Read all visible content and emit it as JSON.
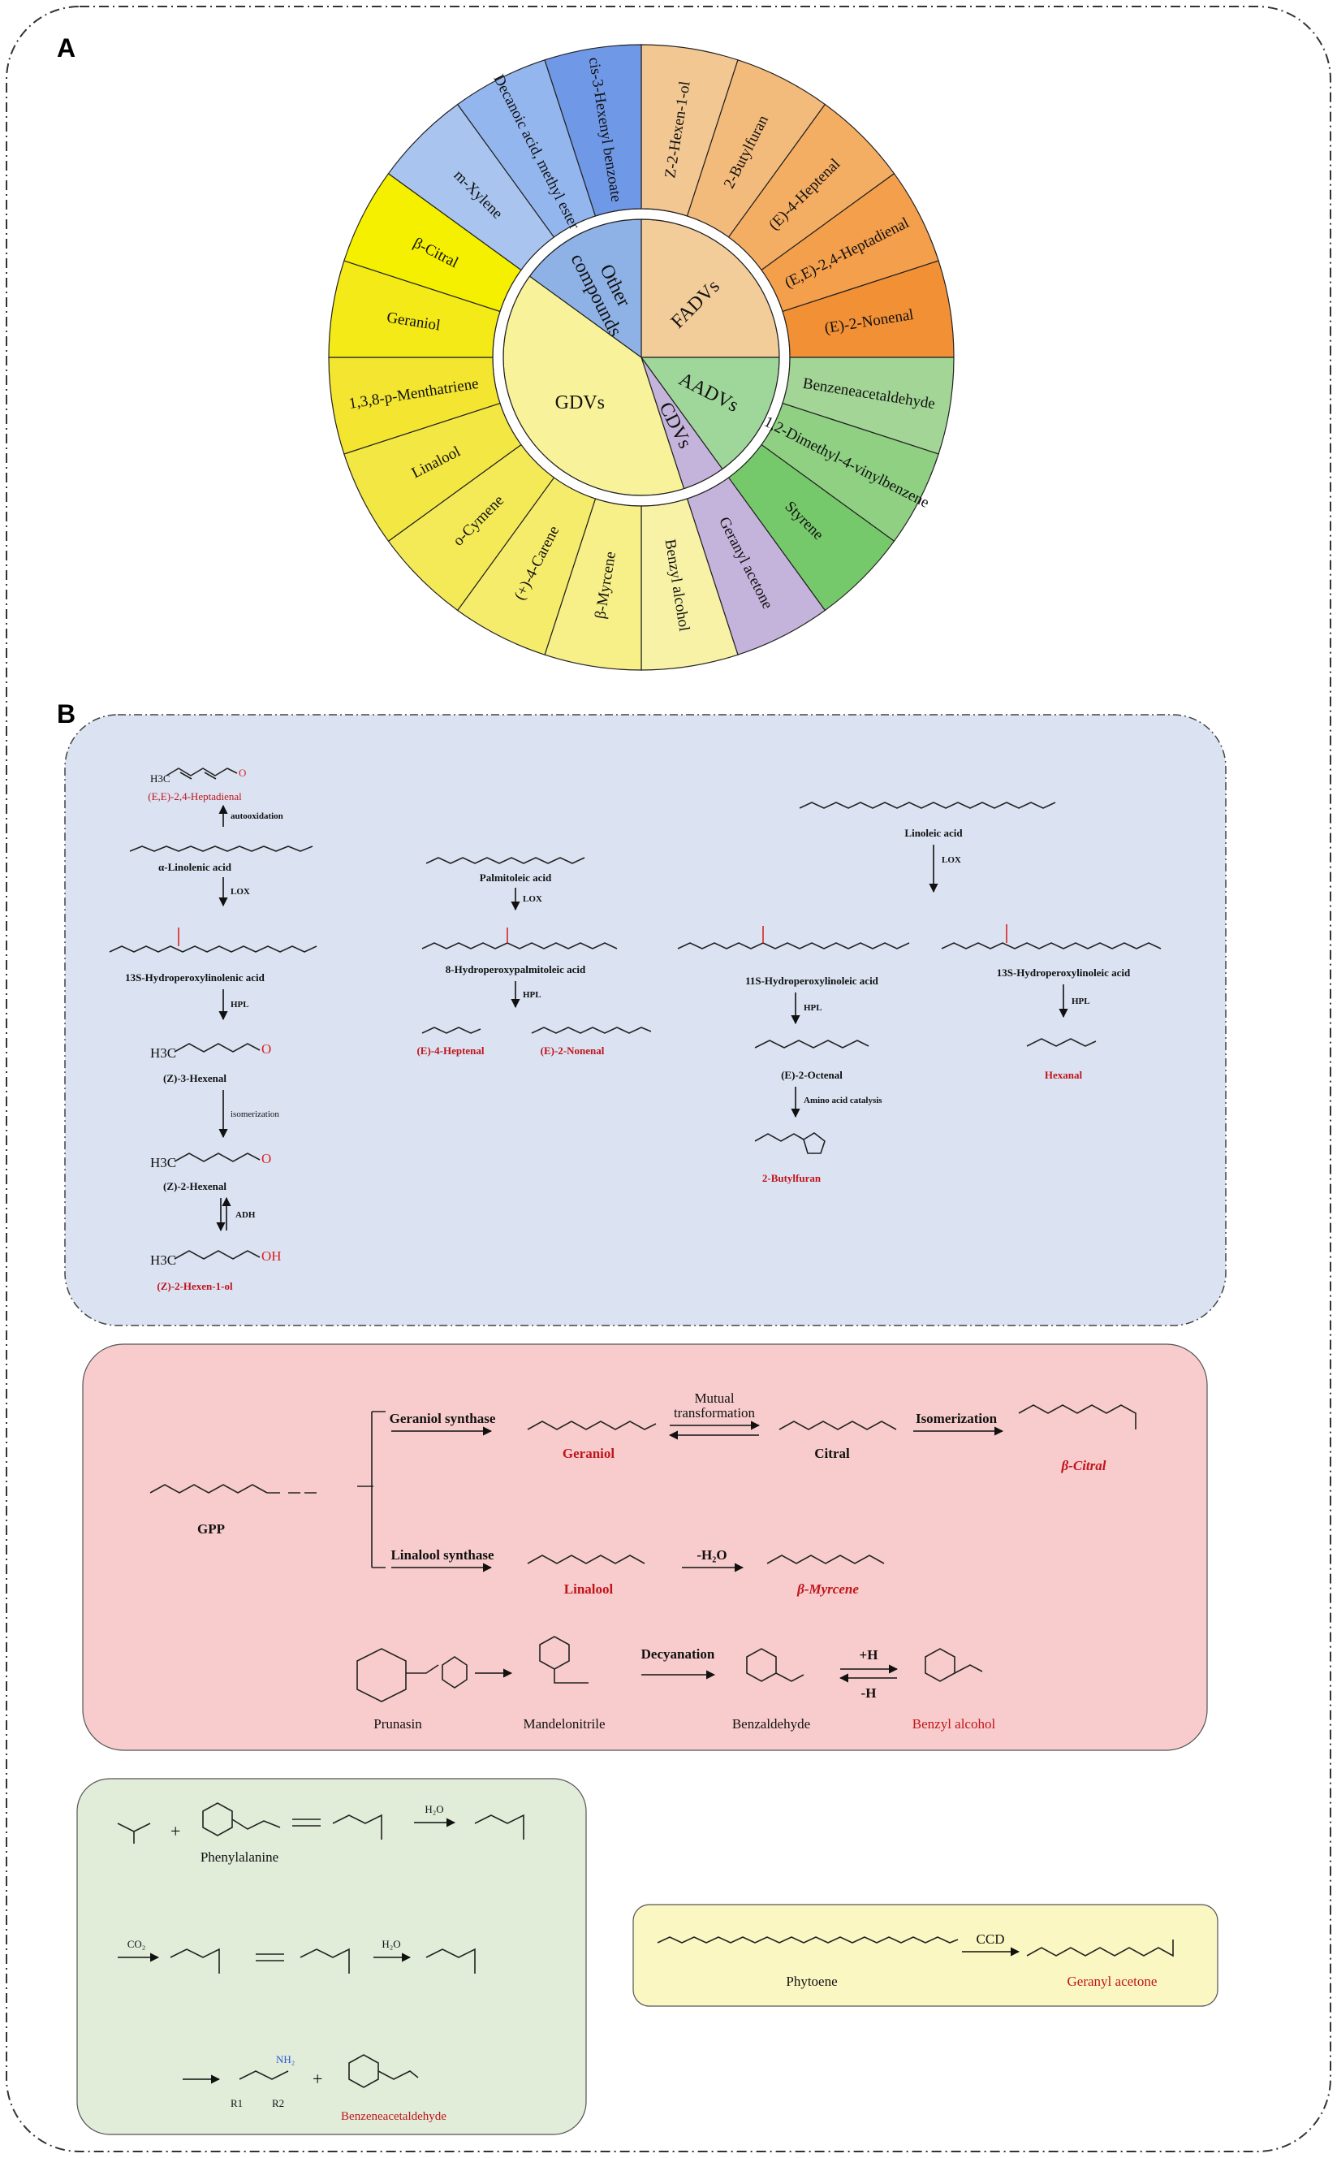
{
  "panels": {
    "a": "A",
    "b": "B"
  },
  "colors": {
    "fadv": "#f0a24a",
    "aadv": "#7fcb76",
    "cdv": "#c4b3da",
    "gdv": "#f7f27a",
    "other": "#8fb2e6",
    "lipid_box": "#dbe3f2",
    "terpene_box": "#f8cccc",
    "amino_box": "#e1ecd9",
    "carot_box": "#fbf7c2",
    "highlight": "#c0141b"
  },
  "sunburst": {
    "inner": [
      {
        "label": "FADVs"
      },
      {
        "label": "AADVs"
      },
      {
        "label": "CDVs"
      },
      {
        "label": "GDVs"
      },
      {
        "label_lines": [
          "Other",
          "compounds"
        ]
      }
    ],
    "outer": [
      {
        "label": "Z-2-Hexen-1-ol",
        "color": "#f2c792"
      },
      {
        "label": "2-Butylfuran",
        "color": "#f3bb7b"
      },
      {
        "label": "(E)-4-Heptenal",
        "color": "#f4ae63"
      },
      {
        "label": "(E,E)-2,4-Heptadienal",
        "color": "#f39f4c"
      },
      {
        "label": "(E)-2-Nonenal",
        "color": "#f29035"
      },
      {
        "label": "Benzeneacetaldehyde",
        "color": "#a3d696"
      },
      {
        "label": "1,2-Dimethyl-4-vinylbenzene",
        "color": "#8fd083"
      },
      {
        "label": "Styrene",
        "color": "#76c96b"
      },
      {
        "label": "Geranyl acetone",
        "color": "#c4b3da"
      },
      {
        "label": "Benzyl alcohol",
        "color": "#f8f2a6"
      },
      {
        "label": "β-Myrcene",
        "color": "#f7ef88"
      },
      {
        "label": "(+)-4-Carene",
        "color": "#f6ec6c"
      },
      {
        "label": "o-Cymene",
        "color": "#f4ea57"
      },
      {
        "label": "Linalool",
        "color": "#f3e744"
      },
      {
        "label": "1,3,8-p-Menthatriene",
        "color": "#f3e530"
      },
      {
        "label": "Geraniol",
        "color": "#f4ea18"
      },
      {
        "label": "β-Citral",
        "color": "#f5ef00"
      },
      {
        "label": "m-Xylene",
        "color": "#a8c4ef"
      },
      {
        "label": "Decanoic acid, methyl ester",
        "color": "#94b6ee"
      },
      {
        "label": "cis-3-Hexenyl benzoate",
        "color": "#6f98e6"
      }
    ]
  },
  "lipid": {
    "heptadienal": "(E,E)-2,4-Heptadienal",
    "autooxidation": "autooxidation",
    "linolenic": "α-Linolenic acid",
    "lox": "LOX",
    "hpl": "HPL",
    "hpo_linolenic": "13S-Hydroperoxylinolenic acid",
    "z3hexenal": "(Z)-3-Hexenal",
    "isomerization": "isomerization",
    "z2hexenal": "(Z)-2-Hexenal",
    "adh": "ADH",
    "hexenol": "(Z)-2-Hexen-1-ol",
    "palmitoleic": "Palmitoleic acid",
    "hpo_palmitoleic": "8-Hydroperoxypalmitoleic acid",
    "heptenal": "(E)-4-Heptenal",
    "nonenal": "(E)-2-Nonenal",
    "linoleic": "Linoleic acid",
    "hpo11": "11S-Hydroperoxylinoleic acid",
    "hpo13": "13S-Hydroperoxylinoleic acid",
    "octenal": "(E)-2-Octenal",
    "amino_cat": "Amino acid catalysis",
    "butylfuran": "2-Butylfuran",
    "hexanal": "Hexanal",
    "h3c": "H3C",
    "o": "O",
    "oh": "OH"
  },
  "terpene": {
    "gpp": "GPP",
    "geraniol_synthase": "Geraniol synthase",
    "geraniol": "Geraniol",
    "mutual": "Mutual",
    "transformation": "transformation",
    "citral": "Citral",
    "isomerization": "Isomerization",
    "beta_citral": "β-Citral",
    "linalool_synthase": "Linalool synthase",
    "linalool": "Linalool",
    "dehydration": "-H₂O",
    "myrcene": "β-Myrcene",
    "prunasin": "Prunasin",
    "mandelonitrile": "Mandelonitrile",
    "decyanation": "Decyanation",
    "benzaldehyde": "Benzaldehyde",
    "plus_h": "+H",
    "minus_h": "-H",
    "benzyl_alcohol": "Benzyl alcohol"
  },
  "amino": {
    "phenylalanine": "Phenylalanine",
    "benzeneacetaldehyde": "Benzeneacetaldehyde",
    "plus": "+",
    "h2o": "H₂O",
    "co2": "CO₂",
    "r1": "R1",
    "r2": "R2",
    "nh2": "NH₂"
  },
  "carotenoid": {
    "phytoene": "Phytoene",
    "ccd": "CCD",
    "geranyl_acetone": "Geranyl acetone"
  }
}
